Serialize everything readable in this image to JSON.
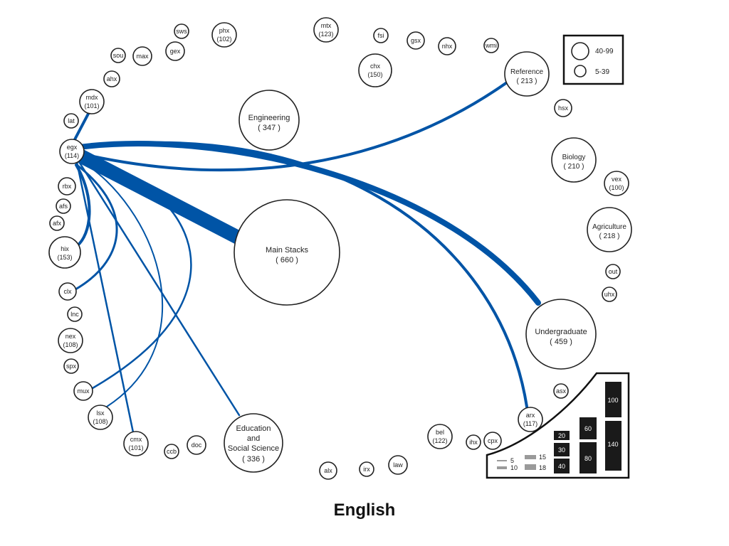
{
  "caption": "English",
  "edge_color": "#0054a6",
  "nodes": {
    "egx": {
      "label": "egx",
      "count": "(114)"
    },
    "mdx": {
      "label": "mdx",
      "count": "(101)"
    },
    "lat": {
      "label": "lat"
    },
    "ahx": {
      "label": "ahx"
    },
    "sou": {
      "label": "sou"
    },
    "max": {
      "label": "max"
    },
    "gex": {
      "label": "gex"
    },
    "sws": {
      "label": "sws"
    },
    "phx": {
      "label": "phx",
      "count": "(102)"
    },
    "mtx": {
      "label": "mtx",
      "count": "(123)"
    },
    "fsi": {
      "label": "fsi"
    },
    "gsx": {
      "label": "gsx"
    },
    "nhx": {
      "label": "nhx"
    },
    "wmi": {
      "label": "wmi"
    },
    "chx": {
      "label": "chx",
      "count": "(150)"
    },
    "reference": {
      "label": "Reference",
      "count": "( 213 )"
    },
    "hsx": {
      "label": "hsx"
    },
    "biology": {
      "label": "Biology",
      "count": "( 210 )"
    },
    "vex": {
      "label": "vex",
      "count": "(100)"
    },
    "agriculture": {
      "label": "Agriculture",
      "count": "( 218 )"
    },
    "out": {
      "label": "out"
    },
    "uhx": {
      "label": "uhx"
    },
    "undergraduate": {
      "label": "Undergraduate",
      "count": "( 459 )"
    },
    "asx": {
      "label": "asx"
    },
    "arx": {
      "label": "arx",
      "count": "(117)"
    },
    "engineering": {
      "label": "Engineering",
      "count": "( 347 )"
    },
    "mainstacks": {
      "label": "Main Stacks",
      "count": "( 660 )"
    },
    "rbx": {
      "label": "rbx"
    },
    "afs": {
      "label": "afs"
    },
    "afx": {
      "label": "afx"
    },
    "hix": {
      "label": "hix",
      "count": "(153)"
    },
    "clx": {
      "label": "clx"
    },
    "lnc": {
      "label": "lnc"
    },
    "nex": {
      "label": "nex",
      "count": "(108)"
    },
    "spx": {
      "label": "spx"
    },
    "mux": {
      "label": "mux"
    },
    "lsx": {
      "label": "lsx",
      "count": "(108)"
    },
    "cmx": {
      "label": "cmx",
      "count": "(101)"
    },
    "ccb": {
      "label": "ccb"
    },
    "doc": {
      "label": "doc"
    },
    "education": {
      "lines": [
        "Education",
        "and",
        "Social Science"
      ],
      "count": "( 336 )"
    },
    "alx": {
      "label": "alx"
    },
    "irx": {
      "label": "irx"
    },
    "law": {
      "label": "law"
    },
    "bel": {
      "label": "bel",
      "count": "(122)"
    },
    "ihx": {
      "label": "ihx"
    },
    "cpx": {
      "label": "cpx"
    }
  },
  "edges": [
    {
      "from": "egx",
      "to": "mainstacks"
    },
    {
      "from": "egx",
      "to": "undergraduate"
    },
    {
      "from": "egx",
      "to": "reference"
    },
    {
      "from": "egx",
      "to": "arx"
    },
    {
      "from": "egx",
      "to": "mdx"
    },
    {
      "from": "egx",
      "to": "hix"
    },
    {
      "from": "egx",
      "to": "clx"
    },
    {
      "from": "egx",
      "to": "education"
    },
    {
      "from": "egx",
      "to": "cmx"
    },
    {
      "from": "egx",
      "to": "lsx"
    },
    {
      "from": "egx",
      "to": "mux"
    }
  ],
  "legend_size": {
    "items": [
      {
        "label": "40-99"
      },
      {
        "label": "5-39"
      }
    ]
  },
  "legend_width": {
    "thin": [
      "5",
      "10",
      "15",
      "18"
    ],
    "boxes": [
      "20",
      "30",
      "40",
      "60",
      "80",
      "100",
      "140"
    ]
  }
}
